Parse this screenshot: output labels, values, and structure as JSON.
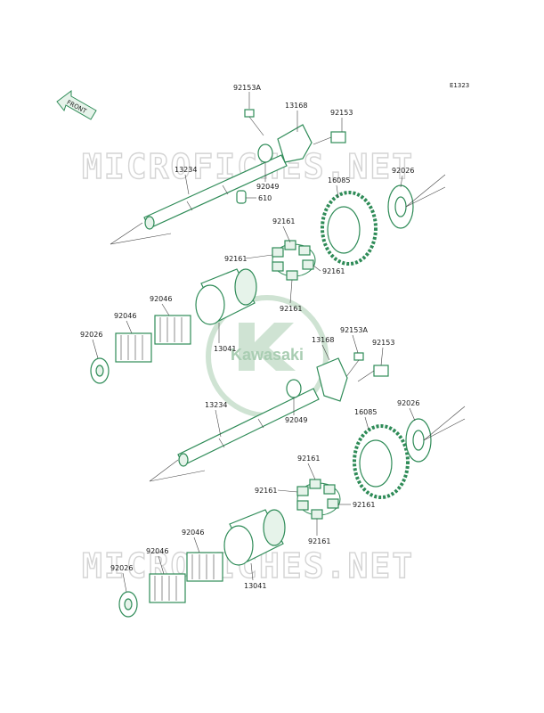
{
  "diagram_code": "E1323",
  "front_label": "FRONT",
  "watermark": "MICROFICHES.NET",
  "logo_text": "Kawasaki",
  "colors": {
    "part_stroke": "#2e8b57",
    "watermark": "#d4d4d4",
    "logo": "#cfe3d3"
  },
  "labels": {
    "a_92153A": "92153A",
    "a_13168": "13168",
    "a_92153": "92153",
    "a_13234": "13234",
    "a_92049": "92049",
    "a_610": "610",
    "a_16085": "16085",
    "a_92026": "92026",
    "a_92161_t": "92161",
    "a_92161_l": "92161",
    "a_92161_r": "92161",
    "a_92161_b": "92161",
    "a_92046_u": "92046",
    "a_92046_l": "92046",
    "a_92026_l": "92026",
    "a_13041": "13041",
    "b_92153A": "92153A",
    "b_13168": "13168",
    "b_92153": "92153",
    "b_13234": "13234",
    "b_92049": "92049",
    "b_16085": "16085",
    "b_92026": "92026",
    "b_92161_t": "92161",
    "b_92161_l": "92161",
    "b_92161_r": "92161",
    "b_92161_b": "92161",
    "b_92046_u": "92046",
    "b_92046_l": "92046",
    "b_92026_l": "92026",
    "b_13041": "13041"
  }
}
